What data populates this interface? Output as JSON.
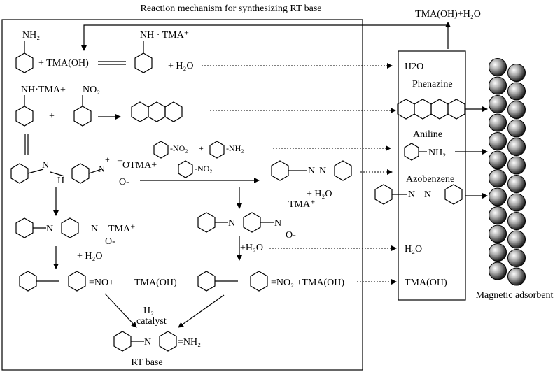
{
  "title": "Reaction mechanism for synthesizing RT base",
  "top_right_label": "TMA(OH)+H₂O",
  "reactions": {
    "aniline_nh2": "NH₂",
    "plus_tmaoh": "+ TMA(OH)",
    "nh_tma_plus": "NH · TMA⁺",
    "plus_h2o_1": "+ H₂O",
    "nh_tma_2": "NH·TMA+",
    "no2": "NO₂",
    "plus": "+",
    "n_atom": "N",
    "h_atom": "H",
    "o_minus": "O-",
    "tma_plus": "TMA+",
    "o_tma": "¯OTMA+",
    "nitro_plus": "+",
    "nitrobenzene_no2": "-NO₂",
    "aniline_small_nh2": "-NH₂",
    "nitrobenzene_no2_b": "-NO₂",
    "tma_sup": "TMA⁺",
    "plus_h2o_2": "+ H₂O",
    "plus_h2o_3": "+ H₂O",
    "plus_h2o_4": "+H₂O",
    "no_plus": "=NO+",
    "tmaoh_1": "TMA(OH)",
    "no2_plus_tmaoh": "=NO₂ +TMA(OH)",
    "h2": "H₂",
    "catalyst": "catalyst",
    "nh2_final": "=NH₂",
    "rt_base": "RT base"
  },
  "adsorbed": {
    "h2o_top": "H2O",
    "phenazine": "Phenazine",
    "aniline": "Aniline",
    "aniline_nh2": "NH₂",
    "azobenzene": "Azobenzene",
    "h2o_bottom": "H₂O",
    "tmaoh": "TMA(OH)"
  },
  "adsorbent_label": "Magnetic adsorbent"
}
